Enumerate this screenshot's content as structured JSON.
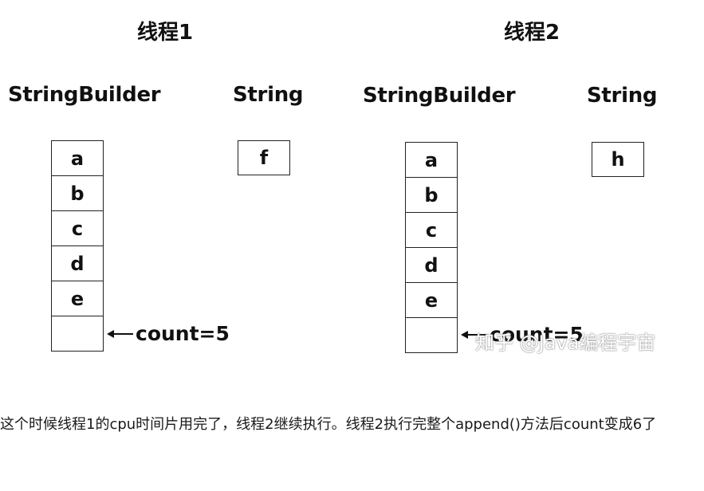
{
  "thread1": {
    "title": "线程1",
    "sb_label": "StringBuilder",
    "str_label": "String",
    "sb_cells": [
      "a",
      "b",
      "c",
      "d",
      "e",
      ""
    ],
    "str_value": "f",
    "count_label": "count=5"
  },
  "thread2": {
    "title": "线程2",
    "sb_label": "StringBuilder",
    "str_label": "String",
    "sb_cells": [
      "a",
      "b",
      "c",
      "d",
      "e",
      ""
    ],
    "str_value": "h",
    "count_label": "count=5"
  },
  "watermark": "知乎 @Java编程宇宙",
  "caption": "这个时候线程1的cpu时间片用完了，线程2继续执行。线程2执行完整个append()方法后count变成6了"
}
